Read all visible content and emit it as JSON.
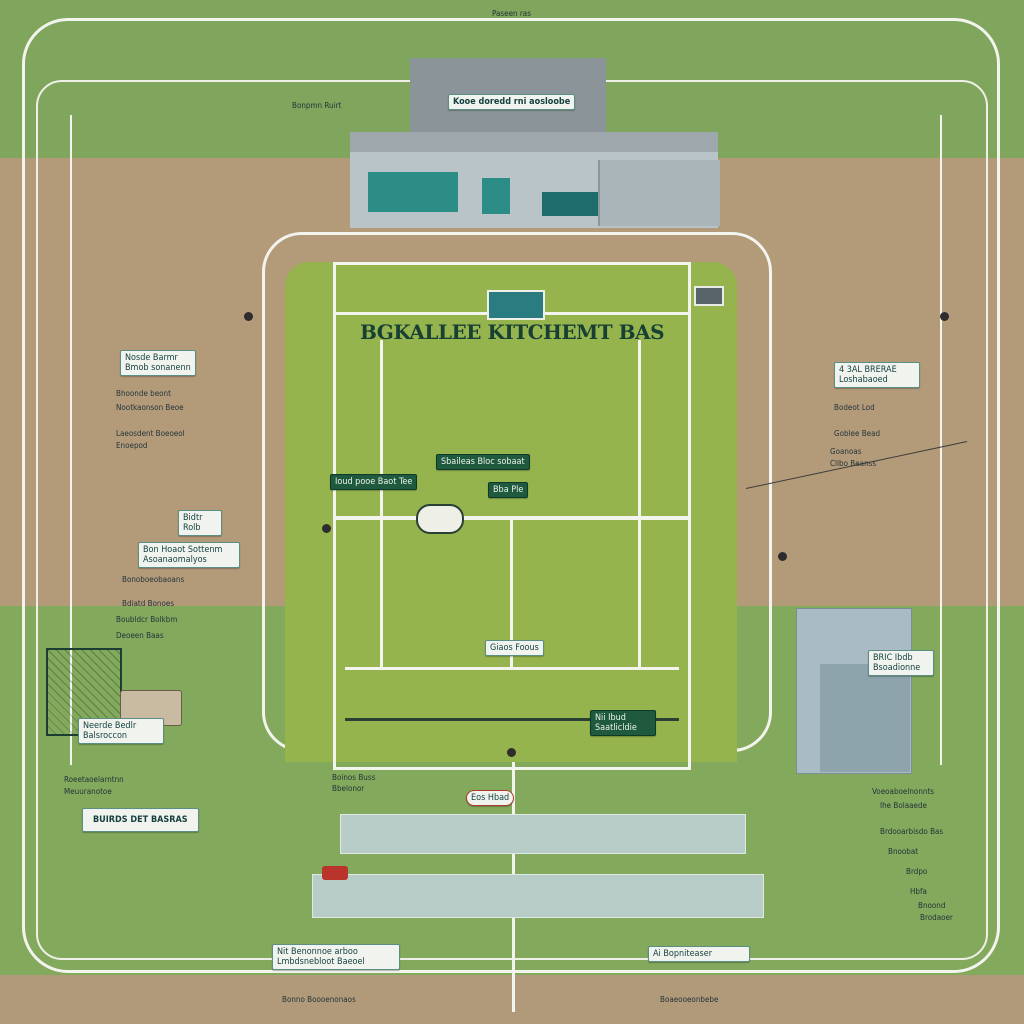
{
  "diagram": {
    "title": "BGKALLEE KITCHEMT BAS",
    "top_label": "Paseen ras",
    "buildings": {
      "main_sign": "Kooe doredd rni aosloobe",
      "side_label": "Bonpmn Ruirt"
    },
    "court_labels": {
      "sign_left": "Ioud pooe Baot Tee",
      "sign_center_a": "Sbaileas Bloc sobaat",
      "sign_center_b": "Bba Ple",
      "sign_center_c": "Giaos Foous",
      "sign_bottom_right": "Nii Ibud Saatlicldie",
      "court_net_tag": "Eos Hbad"
    },
    "left_panel": {
      "label_a": "Nosde Barmr Bmob sonanenn",
      "notes_a": [
        "Bhoonde beont",
        "Nootkaonson Beoe",
        "Laeosdent Boeoeol",
        "Enoepod"
      ],
      "label_b": "Bidtr Rolb",
      "label_c": "Bon Hoaot Sottenm Asoanaomalyos",
      "notes_c": [
        "Bonoboeobaoans",
        "Bdiatd Bonoes",
        "Boubldcr Bolkbm",
        "Deoeen Baas"
      ],
      "label_d": "Neerde Bedlr Balsroccon",
      "notes_d": [
        "Roeetaoelarntnn",
        "Meuuranotoe"
      ],
      "bottom_label": "BUIRDS DET BASRAS"
    },
    "right_panel": {
      "label_a": "4 3AL BRERAE Loshabaoed",
      "notes_a": [
        "Bodeot Lod",
        "Goblee Bead",
        "Goanoas",
        "Cllbo Beanss"
      ],
      "label_b": "BRIC Ibdb Bsoadionne",
      "notes_b": [
        "Voeoaboelnonnts",
        "Ihe Bolaaede",
        "Brdooarbisdo Bas",
        "Bnoobat",
        "Brdpo",
        "Hbfa",
        "Bnoond",
        "Brodaoer"
      ]
    },
    "bottom": {
      "label_left": "Nit Benonnoe arboo Lmbdsnebloot Baeoel",
      "label_right": "Ai Bopniteaser",
      "footer_left": "Bonno Boooenonaos",
      "footer_right": "Boaeooeonbebe",
      "tag_center": "Boinos Buss Bbelonor"
    },
    "colors": {
      "grass": "#80a65e",
      "dirt": "#b39b7a",
      "court": "#95b44e",
      "line": "#f3f4ee",
      "building_wall": "#b8c4c8",
      "accent_teal": "#2c8c86",
      "label_dark": "#1f5a3f"
    }
  }
}
